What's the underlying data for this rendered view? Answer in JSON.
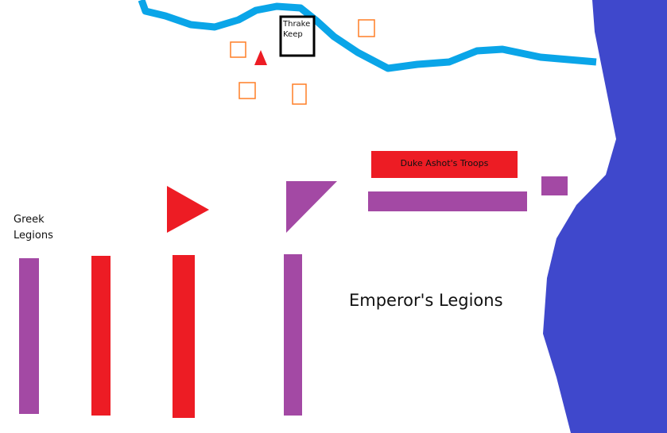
{
  "labels": {
    "keep": "Thrake\nKeep",
    "duke_troops": "Duke Ashot's Troops",
    "greek": "Greek\nLegions",
    "emperor": "Emperor's Legions"
  },
  "colors": {
    "river": "#0aa5e8",
    "sea": "#3f48cc",
    "red": "#ed1c24",
    "purple": "#a349a4",
    "orange": "#ff7f27"
  }
}
